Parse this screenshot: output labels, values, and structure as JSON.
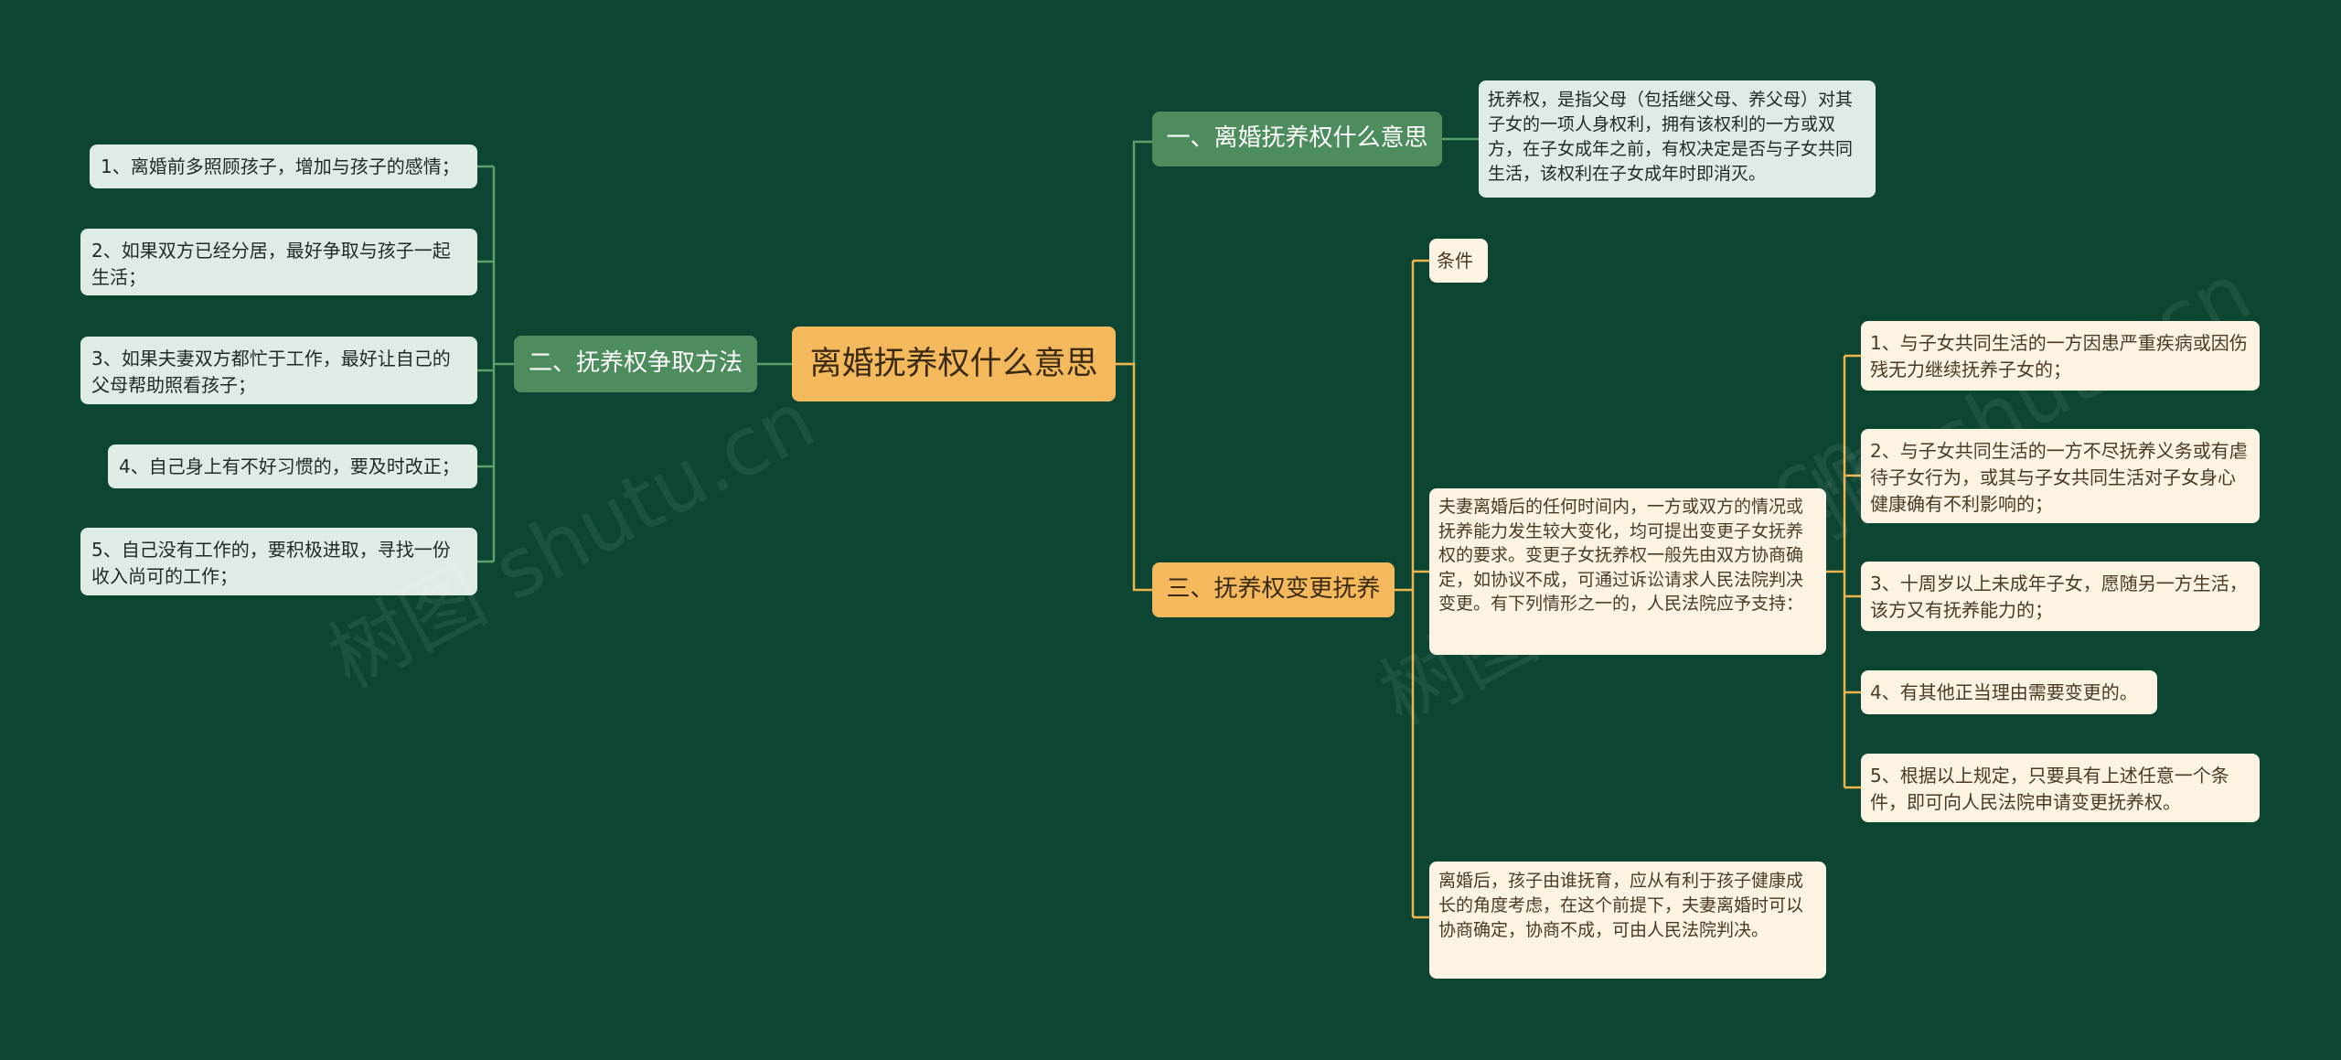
{
  "root": "离婚抚养权什么意思",
  "branch1": {
    "title": "一、离婚抚养权什么意思",
    "detail": "抚养权，是指父母（包括继父母、养父母）对其子女的一项人身权利，拥有该权利的一方或双方，在子女成年之前，有权决定是否与子女共同生活，该权利在子女成年时即消灭。"
  },
  "branch2": {
    "title": "二、抚养权争取方法",
    "items": [
      "1、离婚前多照顾孩子，增加与孩子的感情；",
      "2、如果双方已经分居，最好争取与孩子一起生活；",
      "3、如果夫妻双方都忙于工作，最好让自己的父母帮助照看孩子；",
      "4、自己身上有不好习惯的，要及时改正；",
      "5、自己没有工作的，要积极进取，寻找一份收入尚可的工作；"
    ]
  },
  "branch3": {
    "title": "三、抚养权变更抚养",
    "condition_label": "条件",
    "middle": "夫妻离婚后的任何时间内，一方或双方的情况或抚养能力发生较大变化，均可提出变更子女抚养权的要求。变更子女抚养权一般先由双方协商确定，如协议不成，可通过诉讼请求人民法院判决变更。有下列情形之一的，人民法院应予支持：",
    "bottom": "离婚后，孩子由谁抚育，应从有利于孩子健康成长的角度考虑，在这个前提下，夫妻离婚时可以协商确定，协商不成，可由人民法院判决。",
    "cases": [
      "1、与子女共同生活的一方因患严重疾病或因伤残无力继续抚养子女的；",
      "2、与子女共同生活的一方不尽抚养义务或有虐待子女行为，或其与子女共同生活对子女身心健康确有不利影响的；",
      "3、十周岁以上未成年子女，愿随另一方生活，该方又有抚养能力的；",
      "4、有其他正当理由需要变更的。",
      "5、根据以上规定，只要具有上述任意一个条件，即可向人民法院申请变更抚养权。"
    ]
  },
  "watermarks": [
    "树图 shutu.cn",
    "树图 shutu.cn",
    "树图 shutu.cn"
  ],
  "colors": {
    "background": "#0c4532",
    "green_line": "#5aa06a",
    "orange_line": "#f0b44c",
    "root": "#f5b95d",
    "green_topic": "#4d8d5d"
  }
}
